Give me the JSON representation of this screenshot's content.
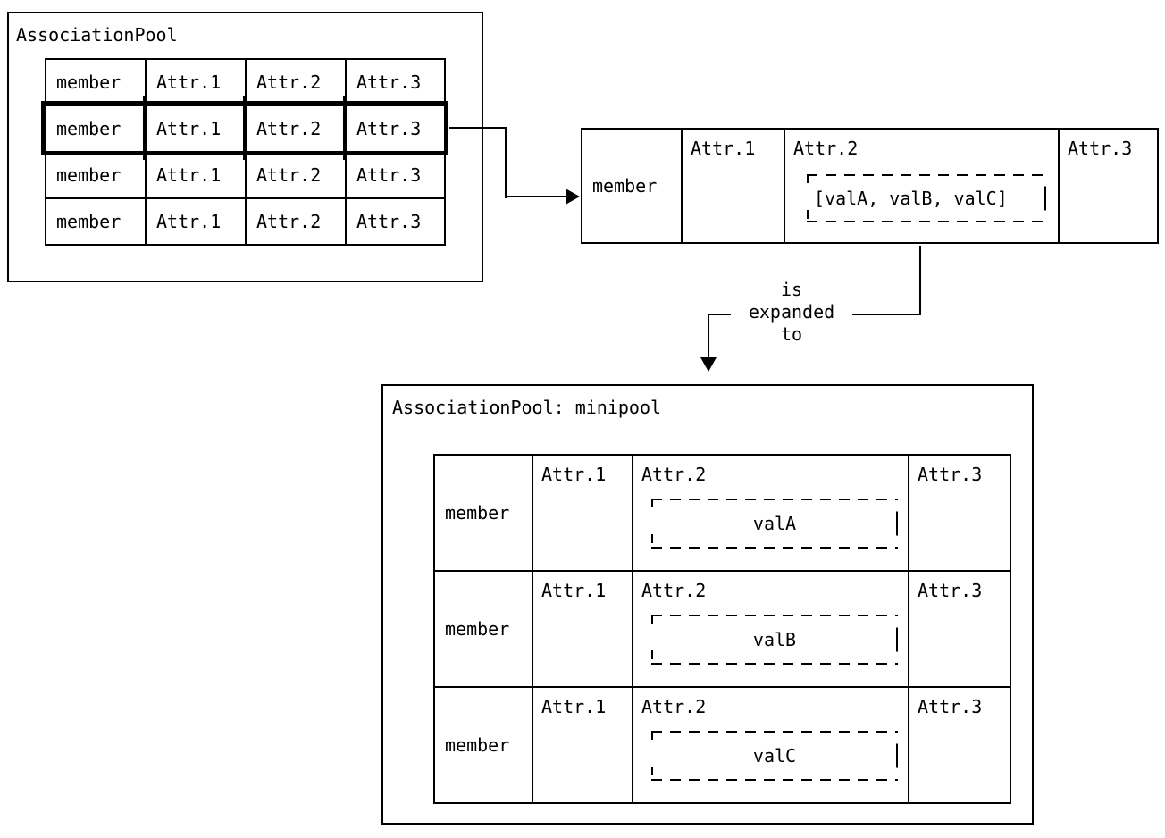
{
  "colors": {
    "line": "#000000",
    "background": "#ffffff"
  },
  "pool": {
    "title": "AssociationPool",
    "rows": [
      {
        "cells": [
          "member",
          "Attr.1",
          "Attr.2",
          "Attr.3"
        ],
        "highlighted": false
      },
      {
        "cells": [
          "member",
          "Attr.1",
          "Attr.2",
          "Attr.3"
        ],
        "highlighted": true
      },
      {
        "cells": [
          "member",
          "Attr.1",
          "Attr.2",
          "Attr.3"
        ],
        "highlighted": false
      },
      {
        "cells": [
          "member",
          "Attr.1",
          "Attr.2",
          "Attr.3"
        ],
        "highlighted": false
      }
    ]
  },
  "expanded_row": {
    "member": "member",
    "attr1": "Attr.1",
    "attr2": "Attr.2",
    "attr3": "Attr.3",
    "attr2_value": "[valA, valB, valC]"
  },
  "expansion_label": {
    "line1": "is",
    "line2": "expanded",
    "line3": "to"
  },
  "minipool": {
    "title": "AssociationPool: minipool",
    "rows": [
      {
        "member": "member",
        "attr1": "Attr.1",
        "attr2": "Attr.2",
        "attr3": "Attr.3",
        "value": "valA"
      },
      {
        "member": "member",
        "attr1": "Attr.1",
        "attr2": "Attr.2",
        "attr3": "Attr.3",
        "value": "valB"
      },
      {
        "member": "member",
        "attr1": "Attr.1",
        "attr2": "Attr.2",
        "attr3": "Attr.3",
        "value": "valC"
      }
    ]
  }
}
